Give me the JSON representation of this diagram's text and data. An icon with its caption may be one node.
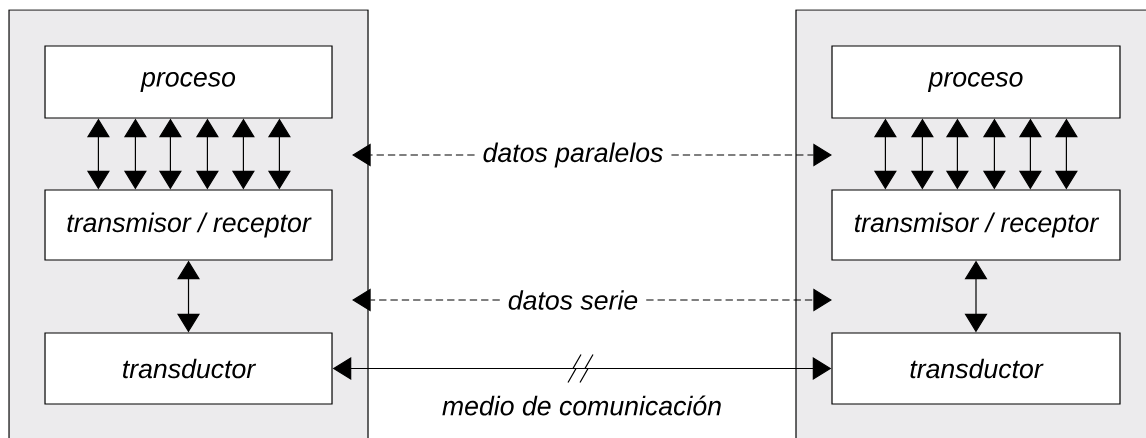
{
  "diagram": {
    "nodes": [
      {
        "text": [],
        "shape": "box"
      },
      {
        "text": [
          "proceso"
        ],
        "in": 0
      },
      {
        "text": [
          "transmisor / receptor"
        ],
        "in": 0
      },
      {
        "text": [
          "transductor"
        ],
        "in": 0
      },
      {
        "text": [],
        "shape": "box"
      },
      {
        "text": [
          "proceso"
        ],
        "in": 4
      },
      {
        "text": [
          "transmisor / receptor"
        ],
        "in": 4
      },
      {
        "text": [
          "transductor"
        ],
        "in": 4
      },
      {
        "text": [
          "datos paralelos"
        ]
      },
      {
        "text": [
          "datos serie"
        ]
      }
    ],
    "edges": [
      {
        "from": 1,
        "to": 2,
        "arrow": "both"
      },
      {
        "from": 1,
        "to": 2,
        "arrow": "both"
      },
      {
        "from": 1,
        "to": 2,
        "arrow": "both"
      },
      {
        "from": 1,
        "to": 2,
        "arrow": "both"
      },
      {
        "from": 1,
        "to": 2,
        "arrow": "both"
      },
      {
        "from": 1,
        "to": 2,
        "arrow": "both"
      },
      {
        "from": 2,
        "to": 3,
        "arrow": "both"
      },
      {
        "from": 5,
        "to": 6,
        "arrow": "both"
      },
      {
        "from": 5,
        "to": 6,
        "arrow": "both"
      },
      {
        "from": 5,
        "to": 6,
        "arrow": "both"
      },
      {
        "from": 5,
        "to": 6,
        "arrow": "both"
      },
      {
        "from": 5,
        "to": 6,
        "arrow": "both"
      },
      {
        "from": 5,
        "to": 6,
        "arrow": "both"
      },
      {
        "from": 6,
        "to": 7,
        "arrow": "both"
      },
      {
        "from": 8,
        "to": 0,
        "arrow": "to",
        "style": "dashed"
      },
      {
        "from": 8,
        "to": 4,
        "arrow": "to",
        "style": "dashed"
      },
      {
        "from": 9,
        "to": 0,
        "arrow": "to",
        "style": "dashed"
      },
      {
        "from": 9,
        "to": 4,
        "arrow": "to",
        "style": "dashed"
      },
      {
        "from": 3,
        "to": 7,
        "arrow": "both",
        "label": "medio de comunicación"
      }
    ]
  }
}
